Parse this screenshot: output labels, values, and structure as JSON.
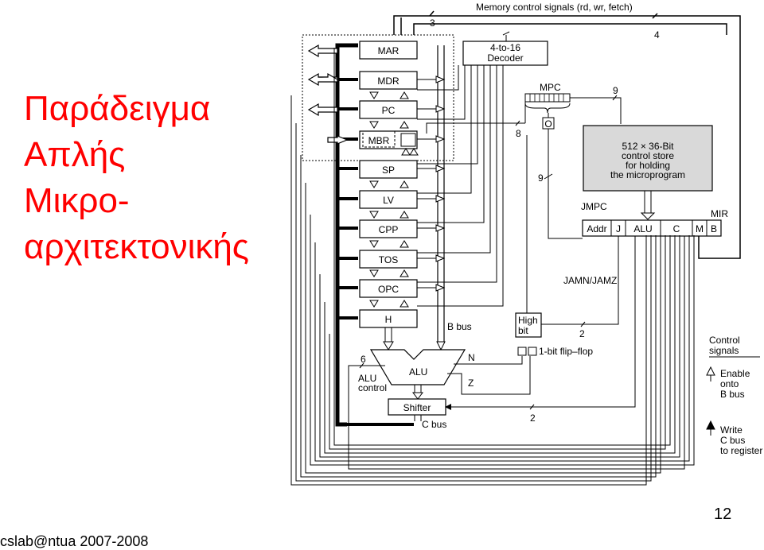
{
  "slide": {
    "title_lines": [
      "Παράδειγμα",
      "Απλής",
      "Μικρο-",
      "αρχιτεκτονικής"
    ],
    "footer": "cslab@ntua 2007-2008",
    "page_number": "12"
  },
  "colors": {
    "title": "#ff0000",
    "control_store_fill": "#d9d9d9",
    "line": "#000000"
  },
  "diagram": {
    "memory_control_label": "Memory control signals (rd, wr, fetch)",
    "registers": [
      "MAR",
      "MDR",
      "PC",
      "MBR",
      "SP",
      "LV",
      "CPP",
      "TOS",
      "OPC",
      "H"
    ],
    "decoder": {
      "line1": "4-to-16",
      "line2": "Decoder"
    },
    "mpc_label": "MPC",
    "o_label": "O",
    "control_store": {
      "line1": "512 × 36-Bit",
      "line2": "control store",
      "line3": "for holding",
      "line4": "the microprogram"
    },
    "jmpc_label": "JMPC",
    "mir_label": "MIR",
    "mir_fields": [
      "Addr",
      "J",
      "ALU",
      "C",
      "M",
      "B"
    ],
    "jamn_label": "JAMN/JAMZ",
    "high_bit": {
      "line1": "High",
      "line2": "bit"
    },
    "flipflop_label": "1-bit flip–flop",
    "alu_label": "ALU",
    "alu_control": {
      "line1": "ALU",
      "line2": "control"
    },
    "shifter_label": "Shifter",
    "b_bus_label": "B bus",
    "c_bus_label": "C bus",
    "n_label": "N",
    "z_label": "Z",
    "widths": {
      "mem": "3",
      "mir_top": "4",
      "addr": "9",
      "dec": "8",
      "mpc_in": "9",
      "jam": "2",
      "shift": "2",
      "alu": "6"
    }
  },
  "legend": {
    "title_line1": "Control",
    "title_line2": "signals",
    "enable": {
      "line1": "Enable",
      "line2": "onto",
      "line3": "B bus"
    },
    "write": {
      "line1": "Write",
      "line2": "C bus",
      "line3": "to register"
    }
  }
}
